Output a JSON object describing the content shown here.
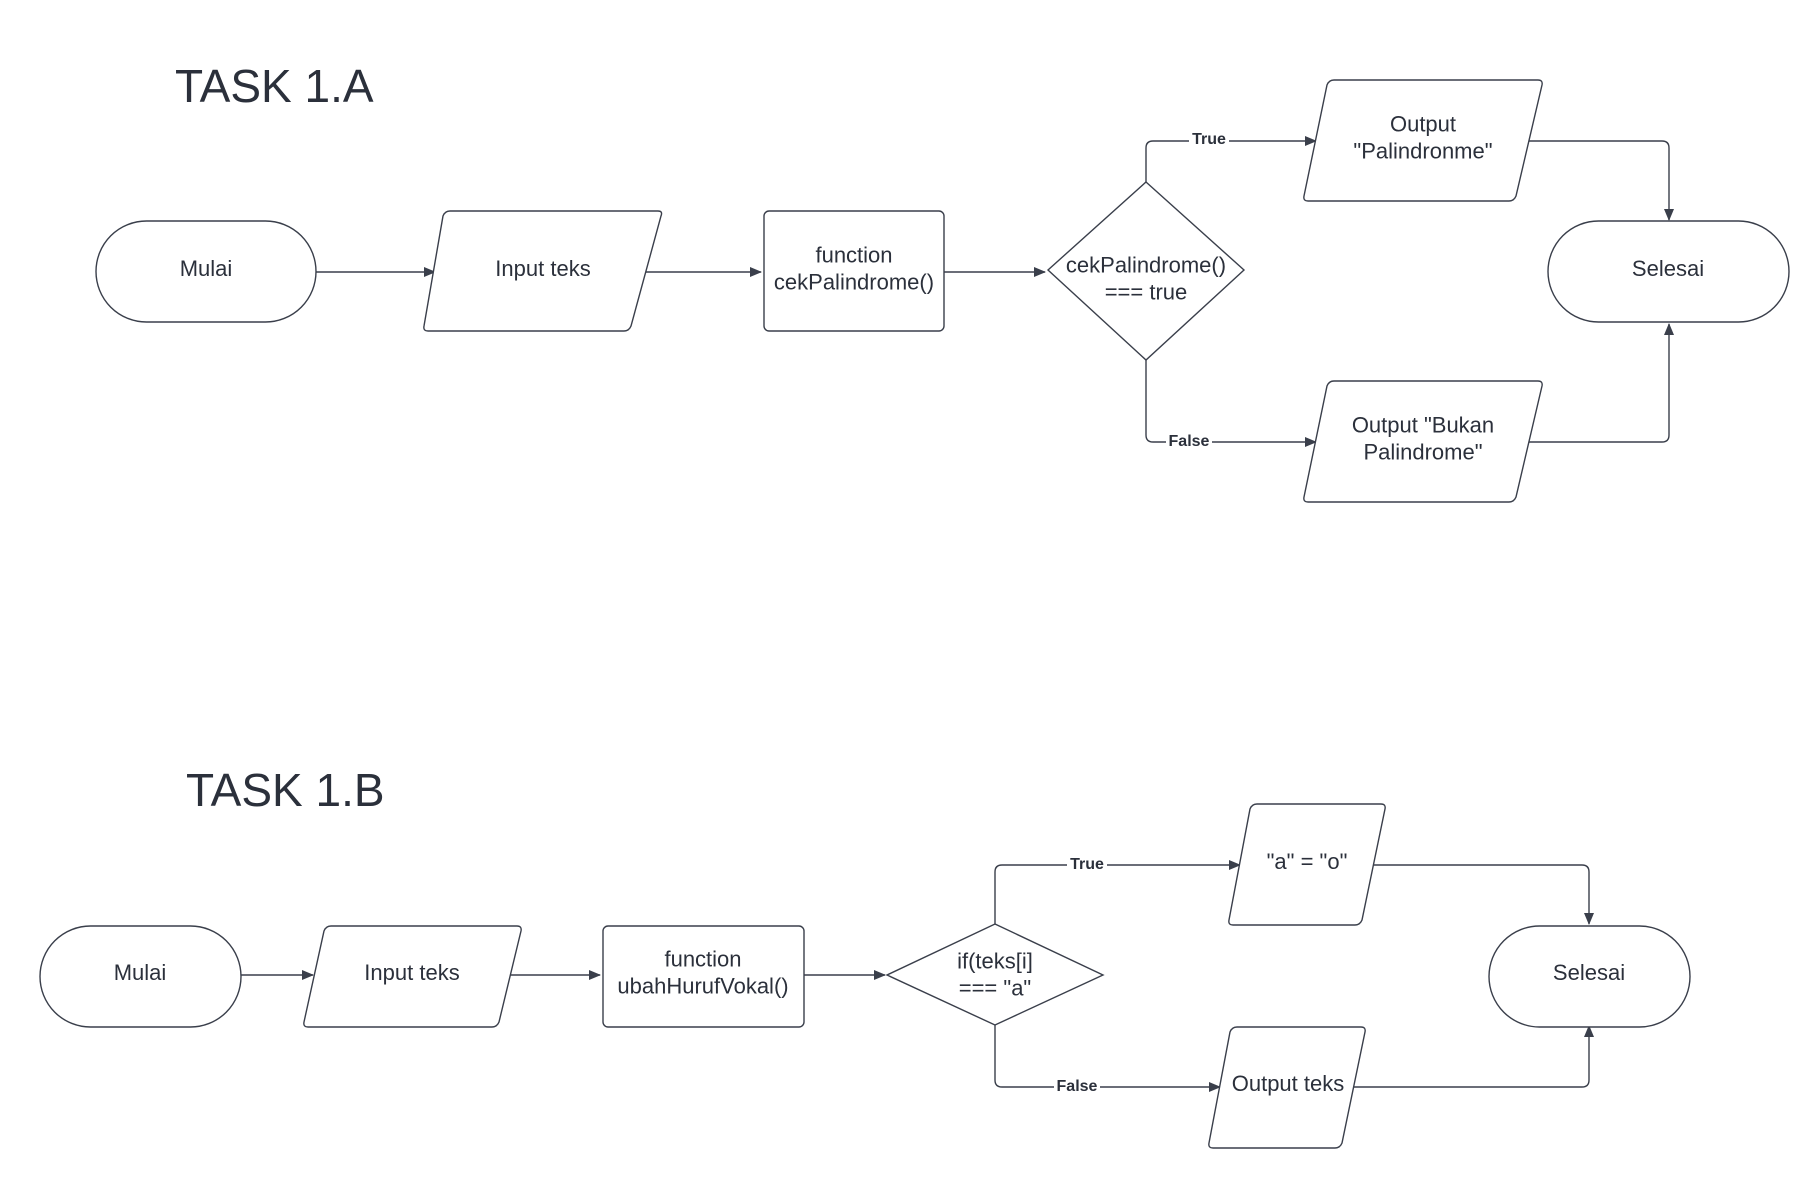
{
  "task_a": {
    "title": "TASK 1.A",
    "nodes": {
      "start": [
        "Mulai"
      ],
      "input": [
        "Input teks"
      ],
      "process": [
        "function",
        "cekPalindrome()"
      ],
      "decision": [
        "cekPalindrome()",
        "=== true"
      ],
      "out_true": [
        "Output",
        "\"Palindronme\""
      ],
      "out_false": [
        "Output \"Bukan",
        "Palindrome\""
      ],
      "end": [
        "Selesai"
      ]
    },
    "edges": {
      "true_label": "True",
      "false_label": "False"
    }
  },
  "task_b": {
    "title": "TASK 1.B",
    "nodes": {
      "start": [
        "Mulai"
      ],
      "input": [
        "Input teks"
      ],
      "process": [
        "function",
        "ubahHurufVokal()"
      ],
      "decision": [
        "if(teks[i]",
        "=== \"a\""
      ],
      "out_true": [
        "\"a\" = \"o\""
      ],
      "out_false": [
        "Output teks"
      ],
      "end": [
        "Selesai"
      ]
    },
    "edges": {
      "true_label": "True",
      "false_label": "False"
    }
  },
  "colors": {
    "stroke": "#3a3f4b",
    "text": "#2b303b",
    "background": "#ffffff"
  }
}
